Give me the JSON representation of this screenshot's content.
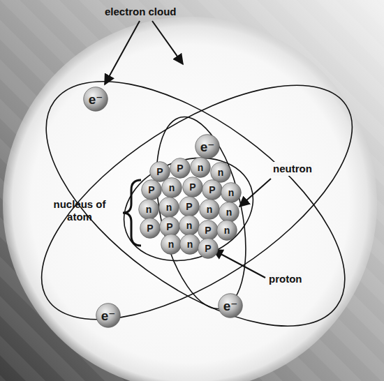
{
  "diagram": {
    "nodes": [
      {
        "text": [
          "e⁻"
        ]
      },
      {
        "text": [
          "e⁻"
        ]
      },
      {
        "text": [
          "P"
        ]
      },
      {
        "text": [
          "P"
        ]
      },
      {
        "text": [
          "n"
        ]
      },
      {
        "text": [
          "n"
        ]
      },
      {
        "text": [
          "P"
        ]
      },
      {
        "text": [
          "n"
        ]
      },
      {
        "text": [
          "P"
        ]
      },
      {
        "text": [
          "P"
        ]
      },
      {
        "text": [
          "n"
        ]
      },
      {
        "text": [
          "n"
        ]
      },
      {
        "text": [
          "n"
        ]
      },
      {
        "text": [
          "P"
        ]
      },
      {
        "text": [
          "n"
        ]
      },
      {
        "text": [
          "n"
        ]
      },
      {
        "text": [
          "P"
        ]
      },
      {
        "text": [
          "P"
        ]
      },
      {
        "text": [
          "n"
        ]
      },
      {
        "text": [
          "P"
        ]
      },
      {
        "text": [
          "n"
        ]
      },
      {
        "text": [
          "n"
        ]
      },
      {
        "text": [
          "n"
        ]
      },
      {
        "text": [
          "P"
        ]
      },
      {
        "text": [
          "e⁻"
        ]
      },
      {
        "text": [
          "e⁻"
        ]
      }
    ],
    "labels": [
      "electron cloud",
      "nucleus of atom",
      "neutron",
      "proton"
    ]
  }
}
